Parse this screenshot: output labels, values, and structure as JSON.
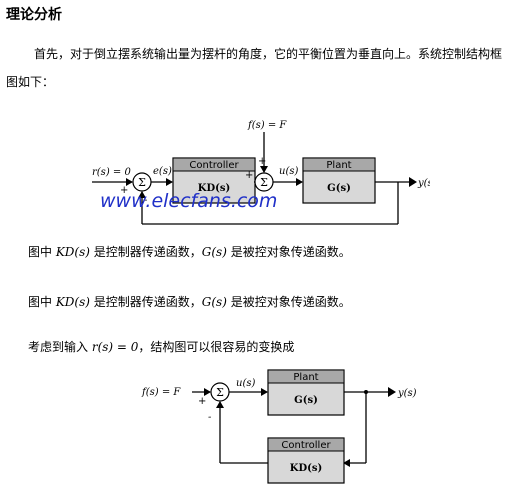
{
  "heading": "理论分析",
  "para1": "首先，对于倒立摆系统输出量为摆杆的角度，它的平衡位置为垂直向上。系统控制结构框图如下：",
  "para2": {
    "pre": "图中 ",
    "kd": "KD(s)",
    "mid": " 是控制器传递函数，",
    "g": "G(s)",
    "post": " 是被控对象传递函数。"
  },
  "para3": {
    "pre": "图中 ",
    "kd": "KD(s)",
    "mid": " 是控制器传递函数，",
    "g": "G(s)",
    "post": " 是被控对象传递函数。"
  },
  "para4": {
    "pre": "考虑到输入 ",
    "expr": "r(s) = 0",
    "post": "，结构图可以很容易的变换成"
  },
  "diagram1": {
    "input": "r(s) = 0",
    "error": "e(s)",
    "disturbance": "f(s) = F",
    "control": "u(s)",
    "output": "y(s)",
    "controller_title": "Controller",
    "controller_tf": "KD(s)",
    "plant_title": "Plant",
    "plant_tf": "G(s)",
    "sum_symbol": "Σ",
    "plus": "+",
    "minus": "-",
    "watermark": "www.elecfans.com"
  },
  "diagram2": {
    "input": "f(s) = F",
    "control": "u(s)",
    "output": "y(s)",
    "plant_title": "Plant",
    "plant_tf": "G(s)",
    "controller_title": "Controller",
    "controller_tf": "KD(s)",
    "sum_symbol": "Σ",
    "plus": "+",
    "minus": "-"
  }
}
